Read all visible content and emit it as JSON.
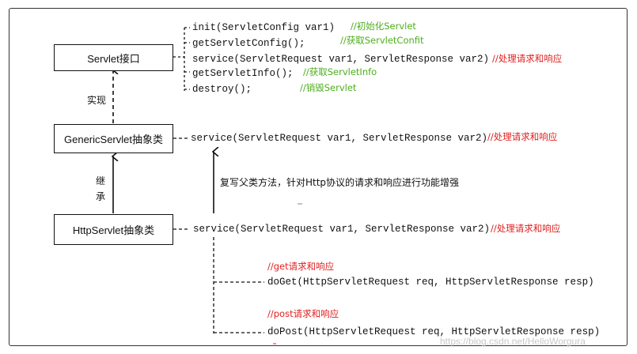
{
  "boxes": {
    "servlet": "Servlet接口",
    "generic": "GenericServlet抽象类",
    "http": "HttpServlet抽象类"
  },
  "labels": {
    "implement": "实现",
    "inherit_1": "继",
    "inherit_2": "承",
    "override_note": "复写父类方法，针对Http协议的请求和响应进行功能增强"
  },
  "servlet_methods": [
    {
      "code": "init(ServletConfig var1)",
      "comment": "//初始化Servlet"
    },
    {
      "code": "getServletConfig();",
      "comment": "//获取ServletConfit"
    },
    {
      "code": "service(ServletRequest var1, ServletResponse var2)",
      "comment": "//处理请求和响应"
    },
    {
      "code": "getServletInfo();",
      "comment": "//获取ServletInfo"
    },
    {
      "code": "destroy();",
      "comment": "//销毁Servlet"
    }
  ],
  "generic_method": {
    "code": "service(ServletRequest var1, ServletResponse var2)",
    "comment": "//处理请求和响应"
  },
  "http_method": {
    "code": "service(ServletRequest var1, ServletResponse var2)",
    "comment": "//处理请求和响应"
  },
  "http_submethods": [
    {
      "comment": "//get请求和响应",
      "code": "doGet(HttpServletRequest req, HttpServletResponse resp)"
    },
    {
      "comment": "//post请求和响应",
      "code": "doPost(HttpServletRequest req, HttpServletResponse resp)"
    }
  ],
  "watermark": "https://blog.csdn.net/HelloWorgura"
}
